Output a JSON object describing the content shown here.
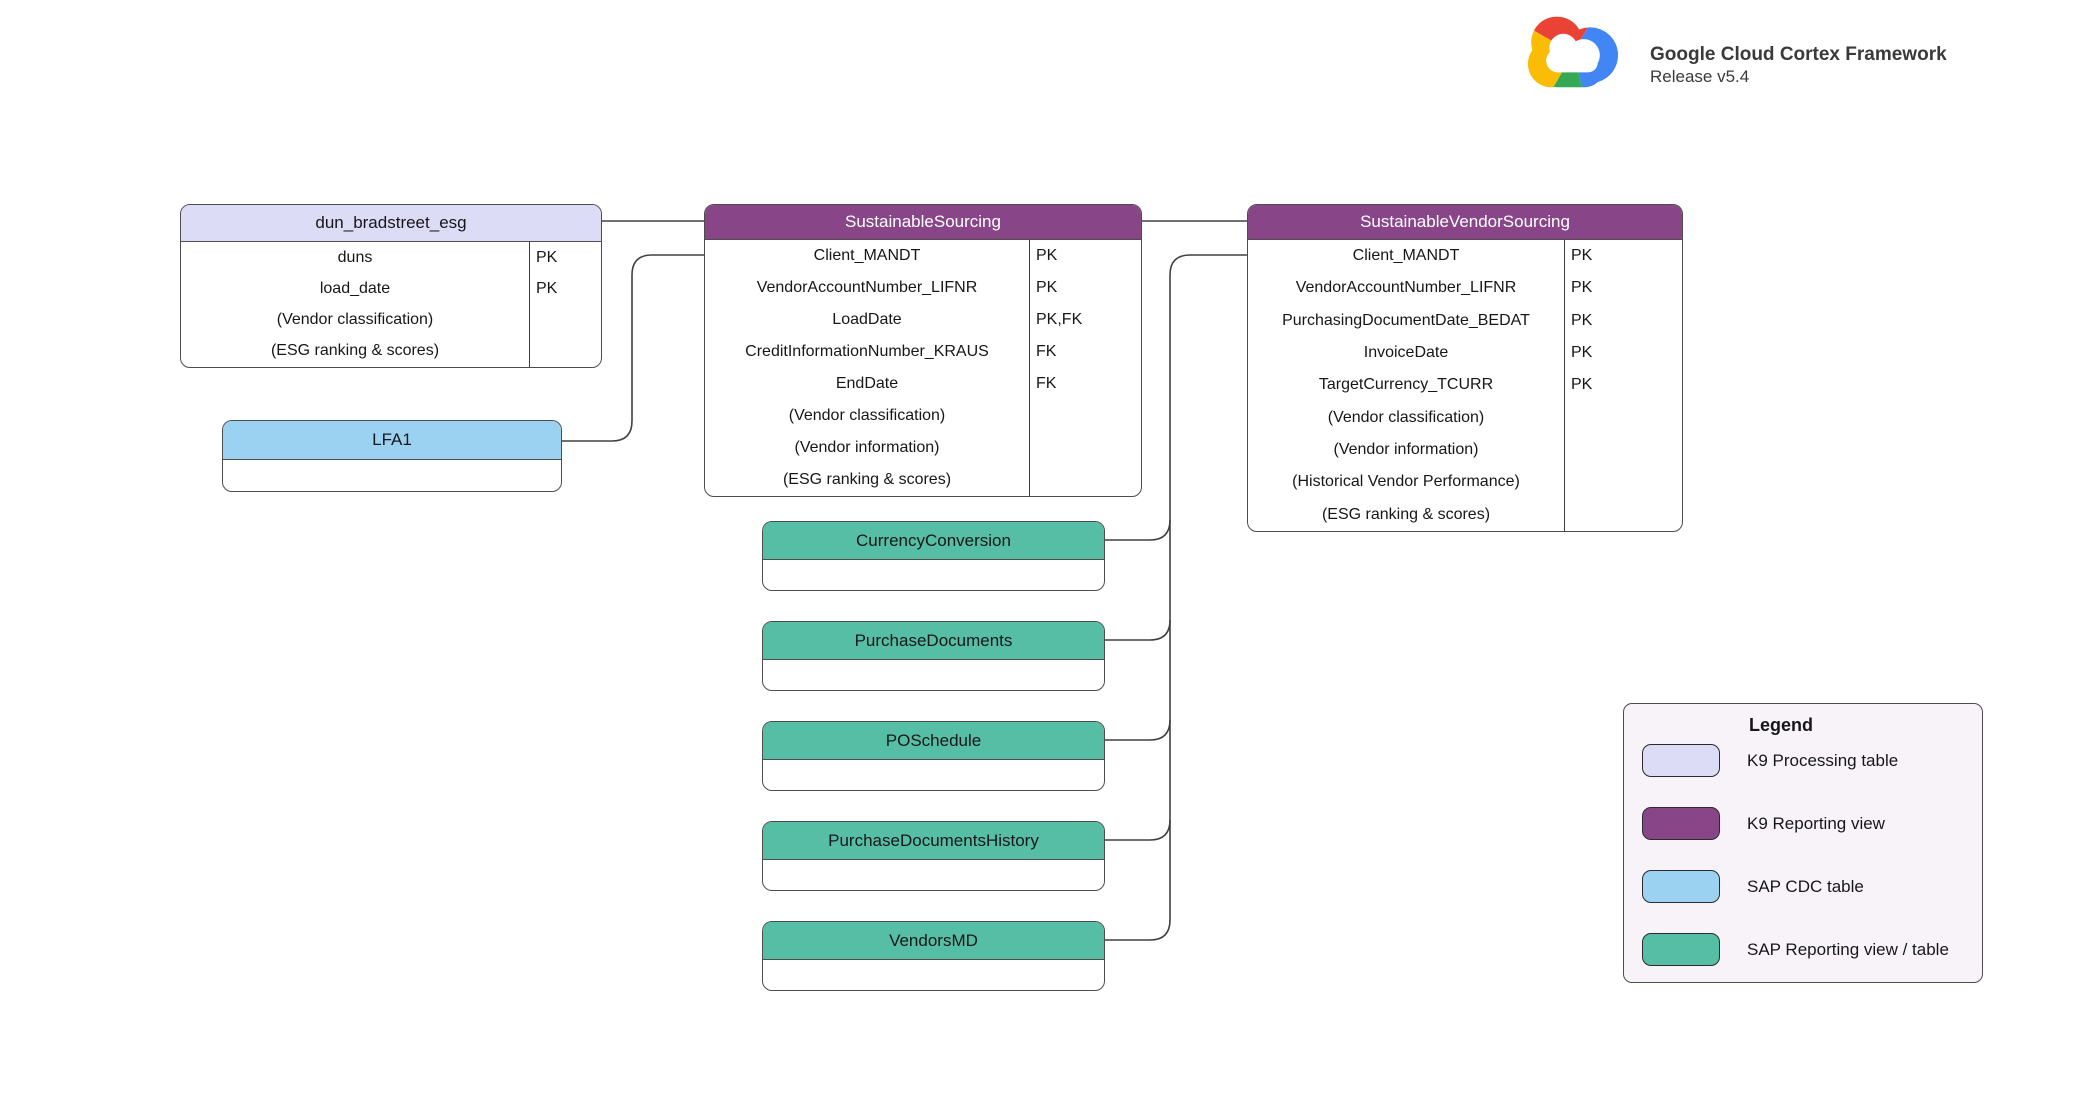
{
  "branding": {
    "title": "Google Cloud Cortex Framework",
    "subtitle": "Release v5.4",
    "logo": "google-cloud-logo"
  },
  "colors": {
    "k9_processing": "#dddcf7",
    "k9_reporting": "#884689",
    "sap_cdc": "#9bd2f2",
    "sap_reporting": "#57bea6",
    "legend_bg": "#f8f3f8",
    "connector": "#404040",
    "logo_red": "#ea4335",
    "logo_blue": "#4285f4",
    "logo_yellow": "#fbbc05",
    "logo_green": "#34a853"
  },
  "tables": [
    {
      "title": "dun_bradstreet_esg",
      "type": "k9_processing",
      "rows": [
        {
          "field": "duns",
          "key": "PK"
        },
        {
          "field": "load_date",
          "key": "PK"
        },
        {
          "field": "(Vendor classification)",
          "key": ""
        },
        {
          "field": "(ESG ranking & scores)",
          "key": ""
        }
      ]
    },
    {
      "title": "SustainableSourcing",
      "type": "k9_reporting",
      "rows": [
        {
          "field": "Client_MANDT",
          "key": "PK"
        },
        {
          "field": "VendorAccountNumber_LIFNR",
          "key": "PK"
        },
        {
          "field": "LoadDate",
          "key": "PK,FK"
        },
        {
          "field": "CreditInformationNumber_KRAUS",
          "key": "FK"
        },
        {
          "field": "EndDate",
          "key": "FK"
        },
        {
          "field": "(Vendor classification)",
          "key": ""
        },
        {
          "field": "(Vendor information)",
          "key": ""
        },
        {
          "field": "(ESG ranking & scores)",
          "key": ""
        }
      ]
    },
    {
      "title": "SustainableVendorSourcing",
      "type": "k9_reporting",
      "rows": [
        {
          "field": "Client_MANDT",
          "key": "PK"
        },
        {
          "field": "VendorAccountNumber_LIFNR",
          "key": "PK"
        },
        {
          "field": "PurchasingDocumentDate_BEDAT",
          "key": "PK"
        },
        {
          "field": "InvoiceDate",
          "key": "PK"
        },
        {
          "field": "TargetCurrency_TCURR",
          "key": "PK"
        },
        {
          "field": "(Vendor classification)",
          "key": ""
        },
        {
          "field": "(Vendor information)",
          "key": ""
        },
        {
          "field": "(Historical Vendor Performance)",
          "key": ""
        },
        {
          "field": "(ESG ranking & scores)",
          "key": ""
        }
      ]
    },
    {
      "title": "LFA1",
      "type": "sap_cdc",
      "rows": []
    },
    {
      "title": "CurrencyConversion",
      "type": "sap_reporting",
      "rows": []
    },
    {
      "title": "PurchaseDocuments",
      "type": "sap_reporting",
      "rows": []
    },
    {
      "title": "POSchedule",
      "type": "sap_reporting",
      "rows": []
    },
    {
      "title": "PurchaseDocumentsHistory",
      "type": "sap_reporting",
      "rows": []
    },
    {
      "title": "VendorsMD",
      "type": "sap_reporting",
      "rows": []
    }
  ],
  "legend": {
    "title": "Legend",
    "items": [
      {
        "label": "K9 Processing table",
        "type": "k9_processing"
      },
      {
        "label": "K9 Reporting view",
        "type": "k9_reporting"
      },
      {
        "label": "SAP CDC table",
        "type": "sap_cdc"
      },
      {
        "label": "SAP Reporting view / table",
        "type": "sap_reporting"
      }
    ]
  }
}
